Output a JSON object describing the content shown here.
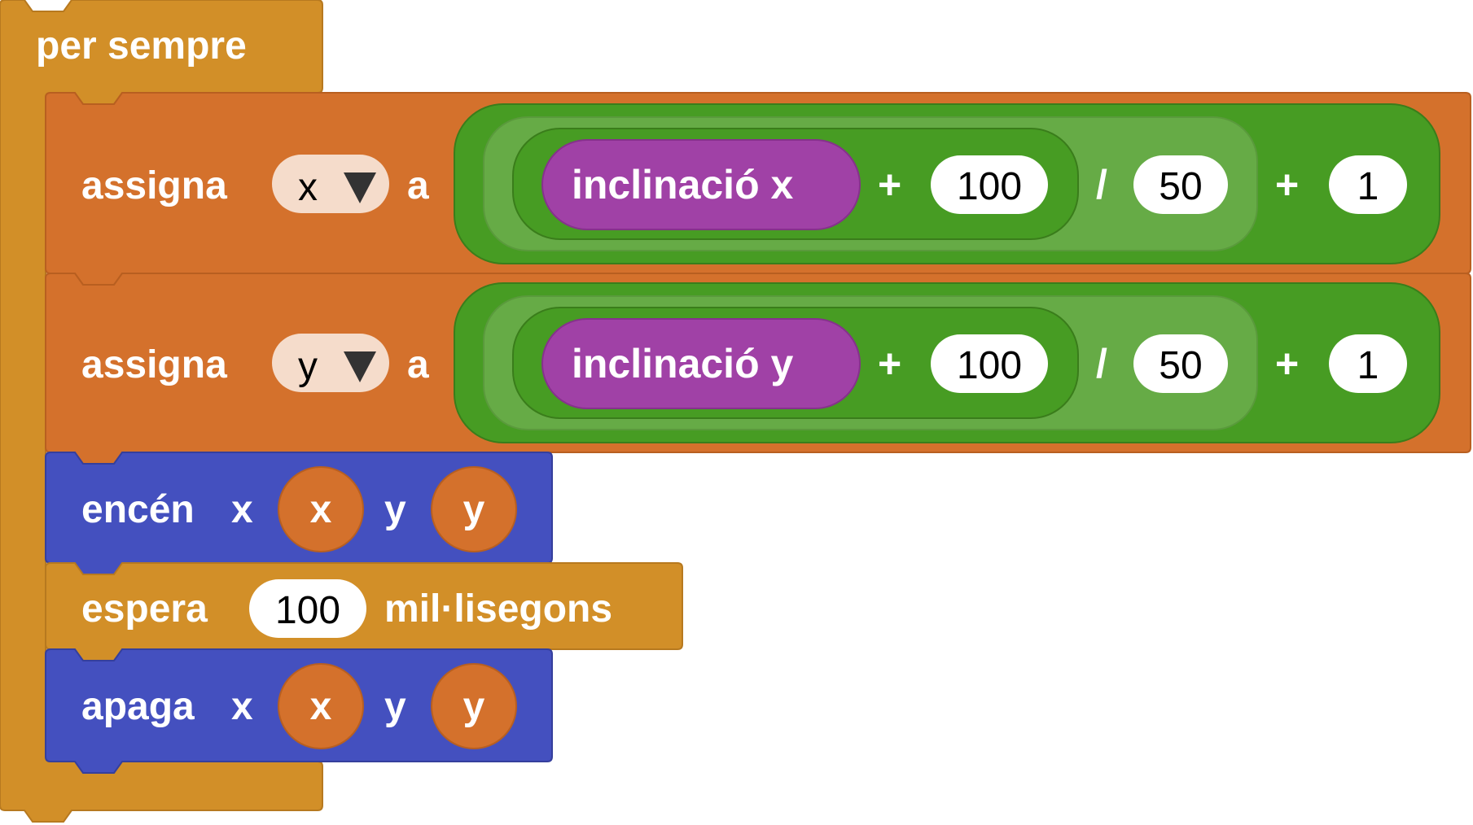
{
  "forever_block": {
    "label": "per sempre"
  },
  "set_x": {
    "label": "assigna",
    "variable": "x",
    "connector": "a",
    "tilt_label": "inclinació x",
    "op1": "+",
    "num1": "100",
    "op2": "/",
    "num2": "50",
    "op3": "+",
    "num3": "1"
  },
  "set_y": {
    "label": "assigna",
    "variable": "y",
    "connector": "a",
    "tilt_label": "inclinació y",
    "op1": "+",
    "num1": "100",
    "op2": "/",
    "num2": "50",
    "op3": "+",
    "num3": "1"
  },
  "plot_block": {
    "label": "encén",
    "x_label": "x",
    "x_var": "x",
    "y_label": "y",
    "y_var": "y"
  },
  "pause_block": {
    "label": "espera",
    "value": "100",
    "unit": "mil·lisegons"
  },
  "unplot_block": {
    "label": "apaga",
    "x_label": "x",
    "x_var": "x",
    "y_label": "y",
    "y_var": "y"
  },
  "colors": {
    "loops": "#D28F28",
    "loops_dark": "#B7791F",
    "variables": "#D4712C",
    "variables_dark": "#B85F20",
    "math": "#479C23",
    "math_inner": "#66AB46",
    "math_dark": "#3A7D1B",
    "input": "#A041A6",
    "led": "#4450BF",
    "led_dark": "#353F9C",
    "dropdown_bg": "#F5DCCB"
  }
}
